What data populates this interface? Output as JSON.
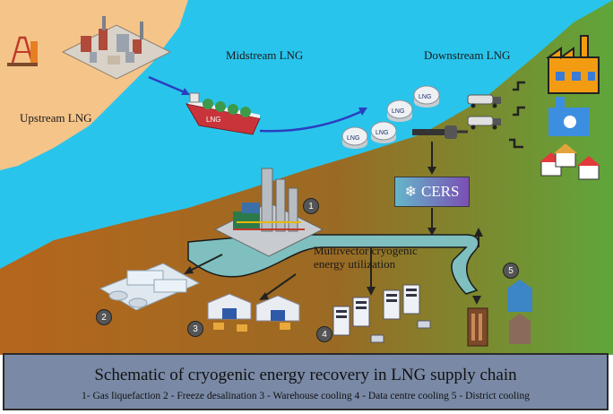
{
  "labels": {
    "upstream": "Upstream LNG",
    "midstream": "Midstream LNG",
    "downstream": "Downstream LNG",
    "multivector": "Multivector cryogenic energy utilization",
    "cers": "CERS",
    "ship_text": "LNG",
    "tank_text": "LNG"
  },
  "markers": [
    "1",
    "2",
    "3",
    "4",
    "5"
  ],
  "caption": {
    "title": "Schematic of cryogenic energy recovery in LNG supply chain",
    "legend": "1- Gas liquefaction  2 - Freeze desalination 3 - Warehouse cooling 4 - Data centre cooling 5 - District cooling"
  },
  "colors": {
    "sea": "#29c4ec",
    "land_upstream": "#f5c489",
    "land_downstream_from": "#b8681d",
    "land_downstream_to": "#67a83a",
    "flow_band": "#7fbfbf",
    "arrow_blue": "#2a3fbf",
    "caption_bg": "#7a8aa6"
  }
}
